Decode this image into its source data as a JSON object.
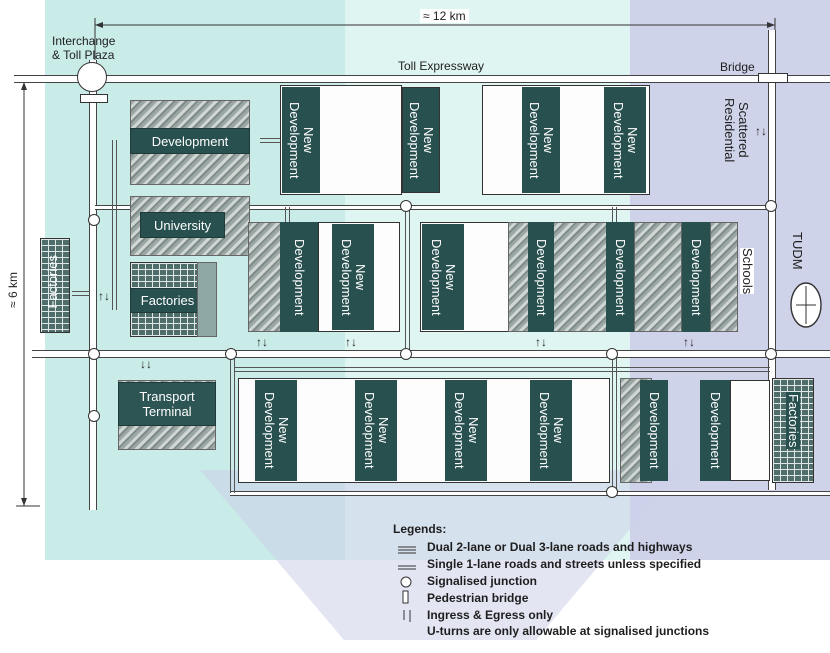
{
  "dimension_top": "≈ 12 km",
  "dimension_left": "≈ 6 km",
  "labels": {
    "interchange": "Interchange\n& Toll Plaza",
    "expressway": "Toll Expressway",
    "bridge": "Bridge",
    "scattered": "Scattered\nResidential",
    "tudm": "TUDM",
    "schools": "Schools",
    "development": "Development",
    "university": "University",
    "factories": "Factories",
    "transport": "Transport\nTerminal",
    "new_development": "New\nDevelopment",
    "development_v": "Development"
  },
  "legend": {
    "title": "Legends:",
    "items": [
      "Dual 2-lane or Dual 3-lane roads and highways",
      "Single 1-lane roads and streets unless specified",
      "Signalised junction",
      "Pedestrian bridge",
      "Ingress & Egress only",
      "U-turns are only allowable at signalised junctions"
    ]
  },
  "colors": {
    "watermark_teal": "#bfe9e4",
    "watermark_blue": "#c7cbe6",
    "block_dark": "#27504e"
  }
}
